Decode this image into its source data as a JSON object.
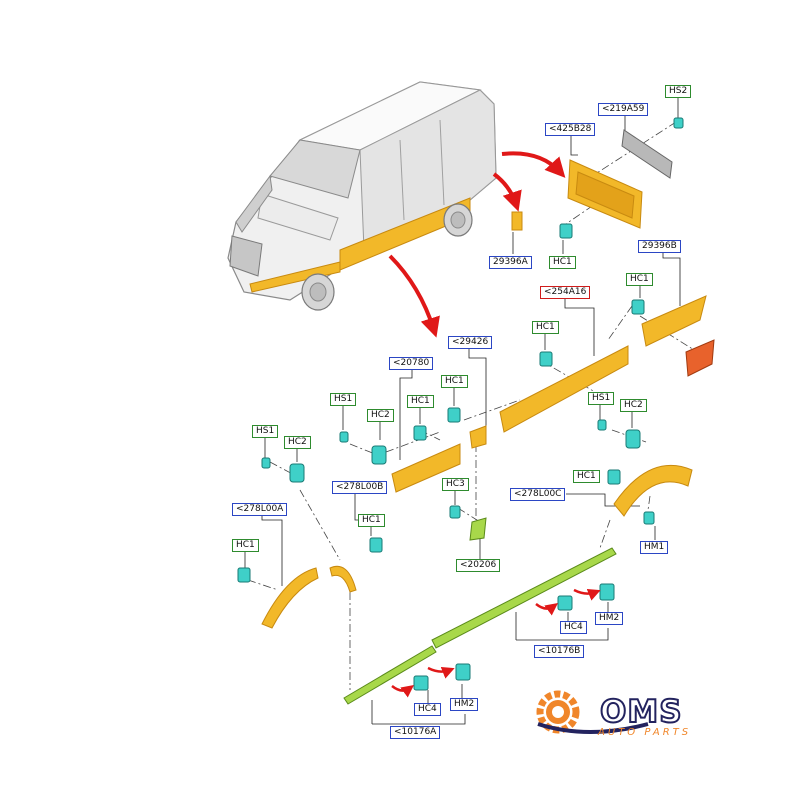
{
  "labels": {
    "hs2": "HS2",
    "p219a59": "<219A59",
    "p425b28": "<425B28",
    "p29396a": "29396A",
    "hc1_tail": "HC1",
    "p29396b": "29396B",
    "hc1_29396b": "HC1",
    "p254a16": "<254A16",
    "hc1_254a16": "HC1",
    "p20780": "<20780",
    "p29426": "<29426",
    "hc1_29426": "HC1",
    "hs1_mid": "HS1",
    "hc2_mid": "HC2",
    "hc1_mid": "HC1",
    "hs1_left": "HS1",
    "hc2_left": "HC2",
    "hs1_right": "HS1",
    "hc2_right": "HC2",
    "hc1_278l00c": "HC1",
    "p278l00c": "<278L00C",
    "p278l00b": "<278L00B",
    "hc1_278l00b": "HC1",
    "p278l00a": "<278L00A",
    "hc1_278l00a": "HC1",
    "hc3": "HC3",
    "p20206": "<20206",
    "hm1": "HM1",
    "hc4_right": "HC4",
    "hm2_right": "HM2",
    "p10176b": "<10176B",
    "hc4_left": "HC4",
    "hm2_left": "HM2",
    "p10176a": "<10176A"
  },
  "logo": {
    "name": "OMS",
    "tagline": "AUTO PARTS",
    "colors": {
      "navy": "#23235f",
      "orange": "#f0862a"
    }
  },
  "colors": {
    "part_fill": "#f2b829",
    "part_edge": "#c88a10",
    "clip_fill": "#3fd0c8",
    "strip_fill": "#a8d84a",
    "arrow": "#e01818",
    "label_blue": "#2b46c4",
    "label_green": "#2e8b2e",
    "label_red": "#d01c1c"
  }
}
